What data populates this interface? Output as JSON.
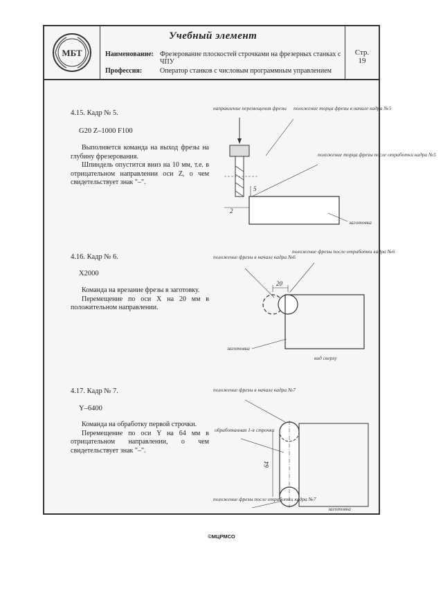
{
  "header": {
    "title": "Учебный   элемент",
    "name_label": "Наименование:",
    "name_value": "Фрезерование плоскостей строчками на фрезерных станках с ЧПУ",
    "profession_label": "Профессия:",
    "profession_value": "Оператор станков с числовым программным управлением",
    "page_label": "Стр.",
    "page_number": "19",
    "logo_text": "МБТ"
  },
  "sections": [
    {
      "title": "4.15. Кадр № 5.",
      "code": "G20 Z–1000 F100",
      "paragraphs": [
        "Выполняется команда на выход фрезы на глубину фрезерования.",
        "Шпиндель опустится вниз на 10 мм, т.е. в отрицательном направлении оси Z, о чем свидетельствует знак \"–\"."
      ],
      "diagram": {
        "label_direction": "направление перемещения фрезы",
        "label_start": "положение торца фрезы в начале кадра №5",
        "label_end": "положение торца фрезы после отработки кадра №5",
        "label_workpiece": "заготовка",
        "dim_5": "5",
        "dim_2": "2"
      }
    },
    {
      "title": "4.16. Кадр № 6.",
      "code": "X2000",
      "paragraphs": [
        "Команда на врезание фрезы в заготовку.",
        "Перемещение по оси X на 20 мм в положительном направлении."
      ],
      "diagram": {
        "label_start": "положение фрезы в начале кадра №6",
        "label_end": "положение фрезы после отработки кадра №6",
        "label_workpiece": "заготовка",
        "dim_20": "20",
        "label_view": "вид сверху"
      }
    },
    {
      "title": "4.17. Кадр № 7.",
      "code": "Y–6400",
      "paragraphs": [
        "Команда на обработку первой строчки.",
        "Перемещение по оси Y на 64 мм в отрицательном направлении, о чем свидетельствует знак \"–\"."
      ],
      "diagram": {
        "label_start": "положение фрезы в начале кадра №7",
        "label_row": "обработанная 1-я строчка",
        "label_end": "положение фрезы после отработки кадра №7",
        "label_workpiece": "заготовка",
        "dim_64": "64"
      }
    }
  ],
  "footer": "©МЦРМСО"
}
